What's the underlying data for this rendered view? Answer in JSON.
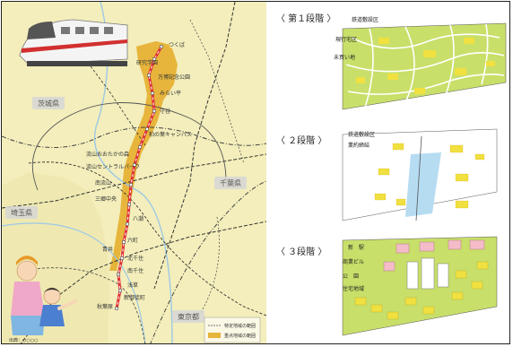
{
  "stages": [
    {
      "title": "〈 第１段階 〉",
      "annotations": [
        "鉄道敷設区",
        "現行宅区",
        "未買い地"
      ]
    },
    {
      "title": "〈 ２段階 〉",
      "annotations": [
        "鉄道敷設区",
        "業約締結"
      ]
    },
    {
      "title": "〈 ３段階 〉",
      "annotations": [
        "新　駅",
        "商業ビル",
        "公　園",
        "住宅地域"
      ]
    }
  ],
  "map": {
    "prefectures": [
      "茨城県",
      "千葉県",
      "埼玉県",
      "東京都"
    ],
    "stations": [
      "つくば",
      "研究学園",
      "万博記念公園",
      "みらい平",
      "守谷",
      "柏の葉キャンパス",
      "流山おおたかの森",
      "流山セントラルパーク",
      "南流山",
      "三郷中央",
      "八潮",
      "六町",
      "青井",
      "北千住",
      "南千住",
      "浅草",
      "新御徒町",
      "秋葉原"
    ],
    "legend": [
      "特定地域の範囲",
      "重点地域の範囲"
    ],
    "credit": "出典：○○○○"
  },
  "colors": {
    "land": "#f3eebb",
    "dev_zone": "#e7b53c",
    "rail": "#e03030",
    "block_green": "#c8df6a",
    "block_yellow": "#f0e040",
    "block_pink": "#f4bcc8",
    "station_blue": "#b6dcf2"
  }
}
